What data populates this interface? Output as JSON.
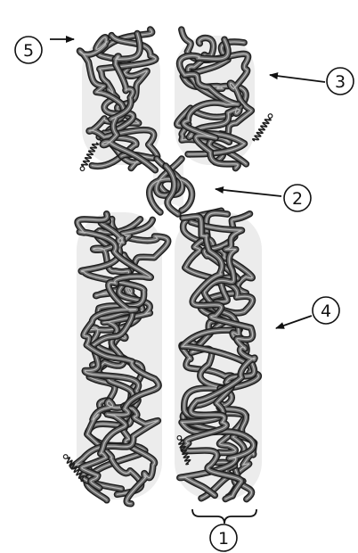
{
  "figure": {
    "background_color": "#ffffff",
    "fiber_color": "#6b6b6b",
    "fiber_highlight": "#bdbdbd",
    "outline_color": "#1f1f1f",
    "labels": {
      "one": "1",
      "two": "2",
      "three": "3",
      "four": "4",
      "five": "5"
    }
  }
}
